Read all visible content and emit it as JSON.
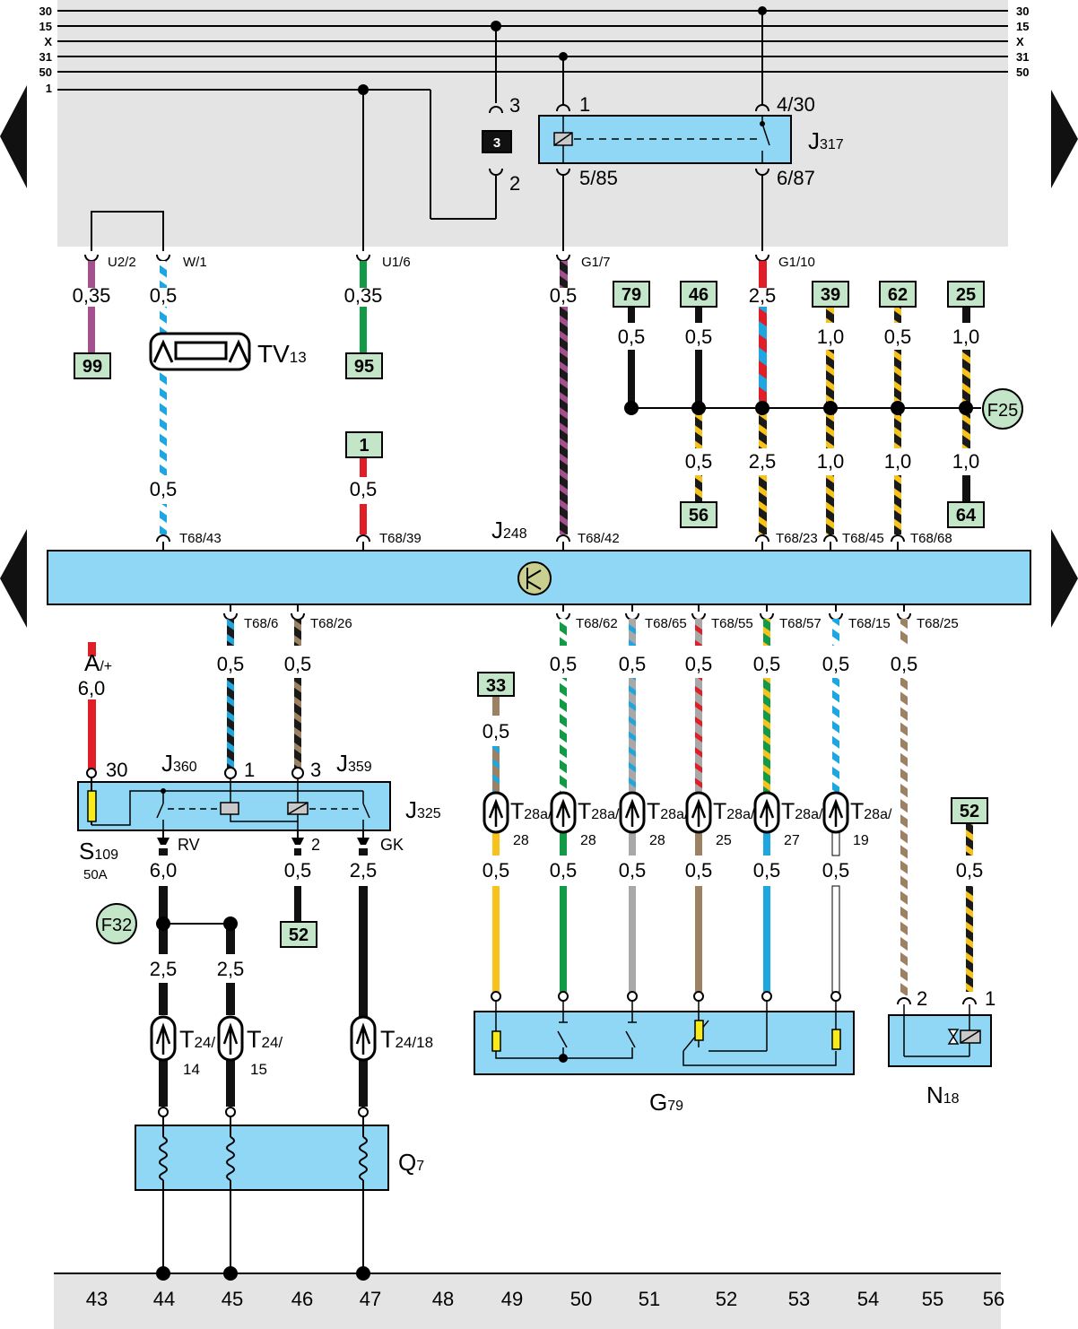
{
  "bus_lines": [
    "30",
    "15",
    "X",
    "31",
    "50",
    "1"
  ],
  "bottom_scale": [
    "43",
    "44",
    "45",
    "46",
    "47",
    "48",
    "49",
    "50",
    "51",
    "52",
    "53",
    "54",
    "55",
    "56"
  ],
  "nav": {
    "left": "previous-page",
    "right": "next-page"
  },
  "colors": {
    "component_fill": "#8fd7f5",
    "ref_box_fill": "#c4e6c8",
    "panel_gray": "#e4e4e4"
  },
  "relay3": {
    "block_label": "3",
    "pin_top": "3",
    "pin_bottom": "2"
  },
  "j317": {
    "label": "J",
    "sub": "317",
    "pin_1": "1",
    "pin_430": "4/30",
    "pin_585": "5/85",
    "pin_687": "6/87"
  },
  "top_connectors": {
    "u22": "U2/2",
    "w1": "W/1",
    "u16": "U1/6",
    "g17": "G1/7",
    "g110": "G1/10"
  },
  "wires_top": {
    "w99": "0,35",
    "w_w1a": "0,5",
    "w_w1b": "0,5",
    "w95": "0,35",
    "w_1a": "0,5",
    "w_g17": "0,5",
    "w_g110": "2,5",
    "w79": "0,5",
    "w46": "0,5",
    "w39": "1,0",
    "w62": "0,5",
    "w25": "1,0",
    "w56": "0,5",
    "w_t23": "2,5",
    "w_t45": "1,0",
    "w_t68": "1,0",
    "w64": "1,0"
  },
  "ref_boxes_top": {
    "b99": "99",
    "b95": "95",
    "b1": "1",
    "b79": "79",
    "b46": "46",
    "b39": "39",
    "b62": "62",
    "b25": "25",
    "b56": "56",
    "b64": "64"
  },
  "tv13": {
    "label": "TV",
    "sub": "13"
  },
  "f25": "F25",
  "j248": {
    "label": "J",
    "sub": "248",
    "pins_top": [
      "T68/43",
      "T68/39",
      "T68/42",
      "T68/23",
      "T68/45",
      "T68/68"
    ],
    "pins_bottom": [
      "T68/6",
      "T68/26",
      "T68/62",
      "T68/65",
      "T68/55",
      "T68/57",
      "T68/15",
      "T68/25"
    ]
  },
  "j325": {
    "label": "J",
    "sub": "325",
    "j360_label": "J",
    "j360_sub": "360",
    "j359_label": "J",
    "j359_sub": "359",
    "pin_30": "30",
    "pin_1": "1",
    "pin_3": "3",
    "pin_rv": "RV",
    "pin_2": "2",
    "pin_gk": "GK"
  },
  "s109": {
    "label": "S",
    "sub": "109",
    "rating": "50A"
  },
  "a_plus": {
    "label": "A",
    "sub": "/+",
    "wire": "6,0"
  },
  "wires_mid": {
    "t686": "0,5",
    "t6826": "0,5",
    "rv": "6,0",
    "pin2": "0,5",
    "gk": "2,5",
    "t44": "2,5",
    "t45": "2,5",
    "g_top": [
      "0,5",
      "0,5",
      "0,5",
      "0,5",
      "0,5",
      "0,5",
      "0,5"
    ],
    "g_bot": [
      "0,5",
      "0,5",
      "0,5",
      "0,5",
      "0,5",
      "0,5"
    ],
    "n52": "0,5"
  },
  "ref_boxes_mid": {
    "b33": "33",
    "b52a": "52",
    "b52b": "52"
  },
  "f32": "F32",
  "connectors_t28": [
    {
      "main": "T",
      "sub": "28a/",
      "num": "28"
    },
    {
      "main": "T",
      "sub": "28a/",
      "num": "28"
    },
    {
      "main": "T",
      "sub": "28a/",
      "num": "28"
    },
    {
      "main": "T",
      "sub": "28a/",
      "num": "25"
    },
    {
      "main": "T",
      "sub": "28a/",
      "num": "27"
    },
    {
      "main": "T",
      "sub": "28a/",
      "num": "19"
    }
  ],
  "connectors_t24": [
    {
      "main": "T",
      "sub": "24/",
      "num": "14"
    },
    {
      "main": "T",
      "sub": "24/",
      "num": "15"
    },
    {
      "main": "T",
      "sub": "24/18",
      "num": ""
    }
  ],
  "g79": {
    "label": "G",
    "sub": "79"
  },
  "n18": {
    "label": "N",
    "sub": "18",
    "pin_2": "2",
    "pin_1": "1"
  },
  "q7": {
    "label": "Q",
    "sub": "7"
  }
}
